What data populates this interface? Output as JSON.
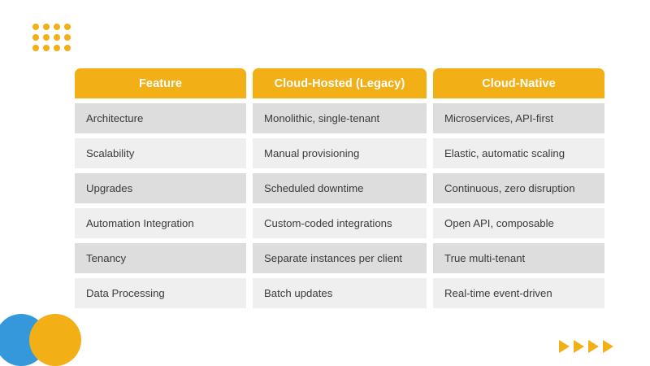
{
  "logo": {
    "name": "dot-grid-logo",
    "color": "#F2AF16",
    "columns": 4,
    "rows": 3
  },
  "theme": {
    "accent_orange": "#F2AF16",
    "accent_blue": "#3498DB",
    "row_band_dark": "#DDDDDD",
    "row_band_light": "#EFEFEF",
    "header_text": "#FFFFFF",
    "body_text": "#3A3A3A",
    "background": "#FFFFFF"
  },
  "table": {
    "headers": [
      "Feature",
      "Cloud-Hosted (Legacy)",
      "Cloud-Native"
    ],
    "rows": [
      {
        "feature": "Architecture",
        "legacy": "Monolithic, single-tenant",
        "native": "Microservices, API-first"
      },
      {
        "feature": "Scalability",
        "legacy": "Manual provisioning",
        "native": "Elastic, automatic scaling"
      },
      {
        "feature": "Upgrades",
        "legacy": "Scheduled downtime",
        "native": "Continuous, zero disruption"
      },
      {
        "feature": "Automation Integration",
        "legacy": "Custom-coded integrations",
        "native": "Open API, composable"
      },
      {
        "feature": "Tenancy",
        "legacy": "Separate instances per client",
        "native": "True multi-tenant"
      },
      {
        "feature": "Data Processing",
        "legacy": "Batch updates",
        "native": "Real-time event-driven"
      }
    ]
  },
  "decorations": {
    "semicircle_blue": "blue-semicircle",
    "semicircle_orange": "orange-semicircle",
    "arrow_count": 4
  }
}
